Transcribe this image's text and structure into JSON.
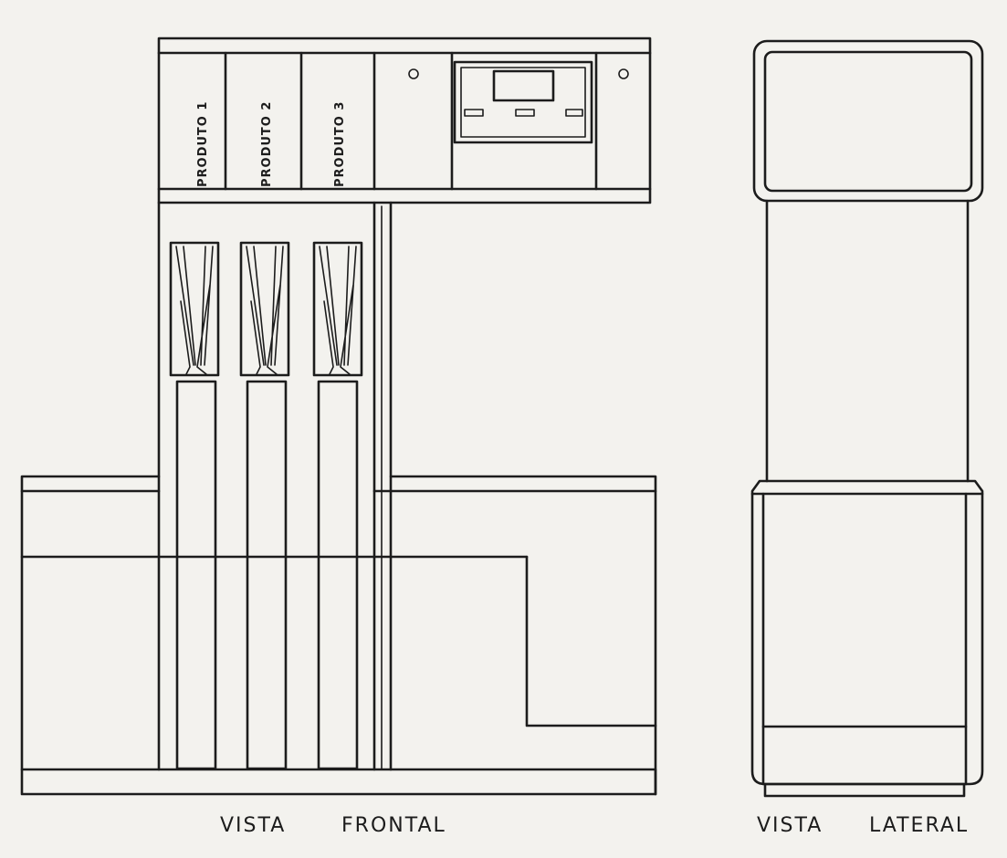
{
  "front_view": {
    "products": [
      {
        "label": "PRODUTO 1"
      },
      {
        "label": "PRODUTO 2"
      },
      {
        "label": "PRODUTO 3"
      }
    ],
    "caption_left": "VISTA",
    "caption_right": "FRONTAL"
  },
  "side_view": {
    "caption_left": "VISTA",
    "caption_right": "LATERAL"
  }
}
